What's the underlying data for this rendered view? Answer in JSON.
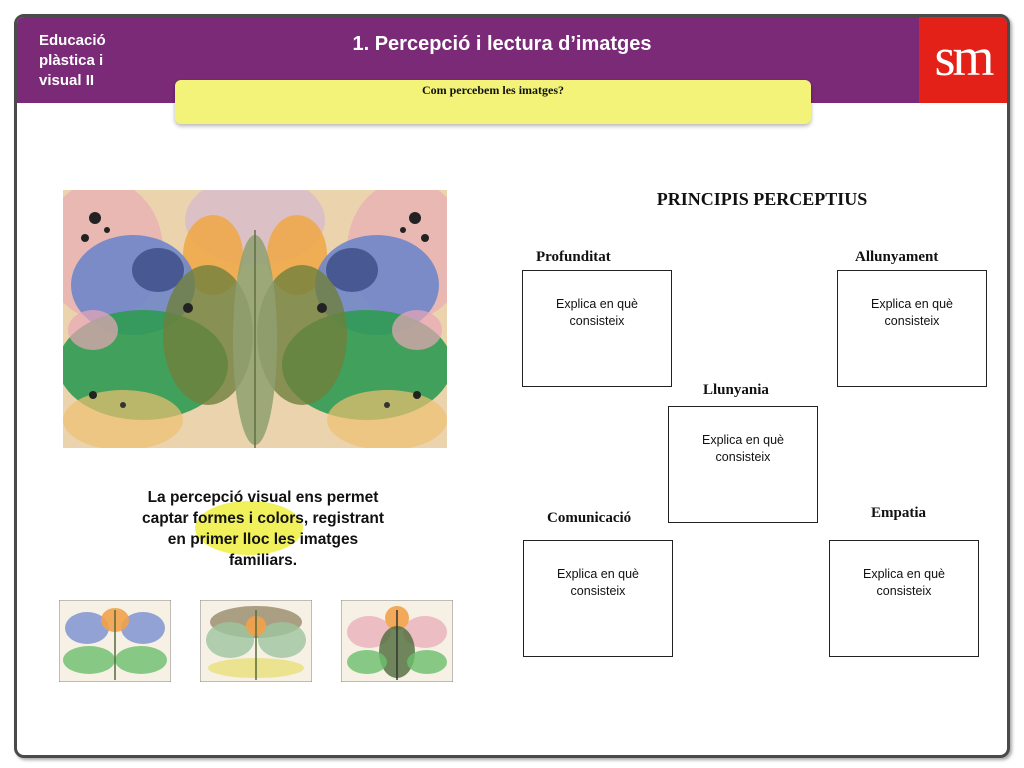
{
  "header": {
    "subject_lines": [
      "Educació",
      "plàstica i",
      "visual II"
    ],
    "title": "1. Percepció i lectura d’imatges",
    "logo_text": "sm"
  },
  "subtitle": "Com percebem les imatges?",
  "caption": "La percepció visual ens permet captar formes i colors, registrant en primer lloc les imatges familiars.",
  "principles": {
    "title": "PRINCIPIS PERCEPTIUS",
    "items": [
      {
        "label": "Profunditat",
        "text": "Explica en què consisteix"
      },
      {
        "label": "Allunyament",
        "text": "Explica en què consisteix"
      },
      {
        "label": "Llunyania",
        "text": "Explica en què consisteix"
      },
      {
        "label": "Comunicació",
        "text": "Explica en què consisteix"
      },
      {
        "label": "Empatia",
        "text": "Explica en què consisteix"
      }
    ]
  },
  "colors": {
    "header": "#7b2a78",
    "logo": "#e32119",
    "subtitle_bar": "#f3f37a",
    "highlight": "#f1f15b"
  }
}
